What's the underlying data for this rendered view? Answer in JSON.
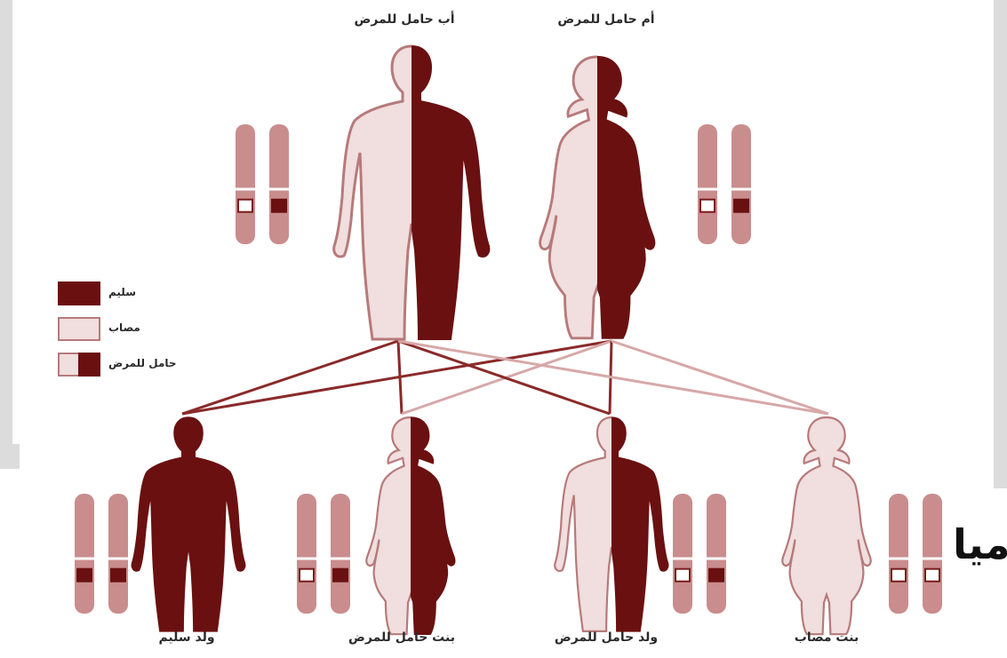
{
  "colors": {
    "dark": "#6a1010",
    "light": "#f1dede",
    "outline": "#b77a7a",
    "chromosome": "#c98d8d"
  },
  "parents": {
    "father_label": "أب حامل للمرض",
    "mother_label": "أم حامل للمرض"
  },
  "legend": {
    "healthy": "سليم",
    "affected": "مصاب",
    "carrier": "حامل للمرض"
  },
  "children": {
    "healthy_son": "ولد سليم",
    "carrier_daughter": "بنت حامل للمرض",
    "carrier_son": "ولد حامل للمرض",
    "affected_daughter": "بنت مصاب"
  },
  "overlay_text": "ميا"
}
